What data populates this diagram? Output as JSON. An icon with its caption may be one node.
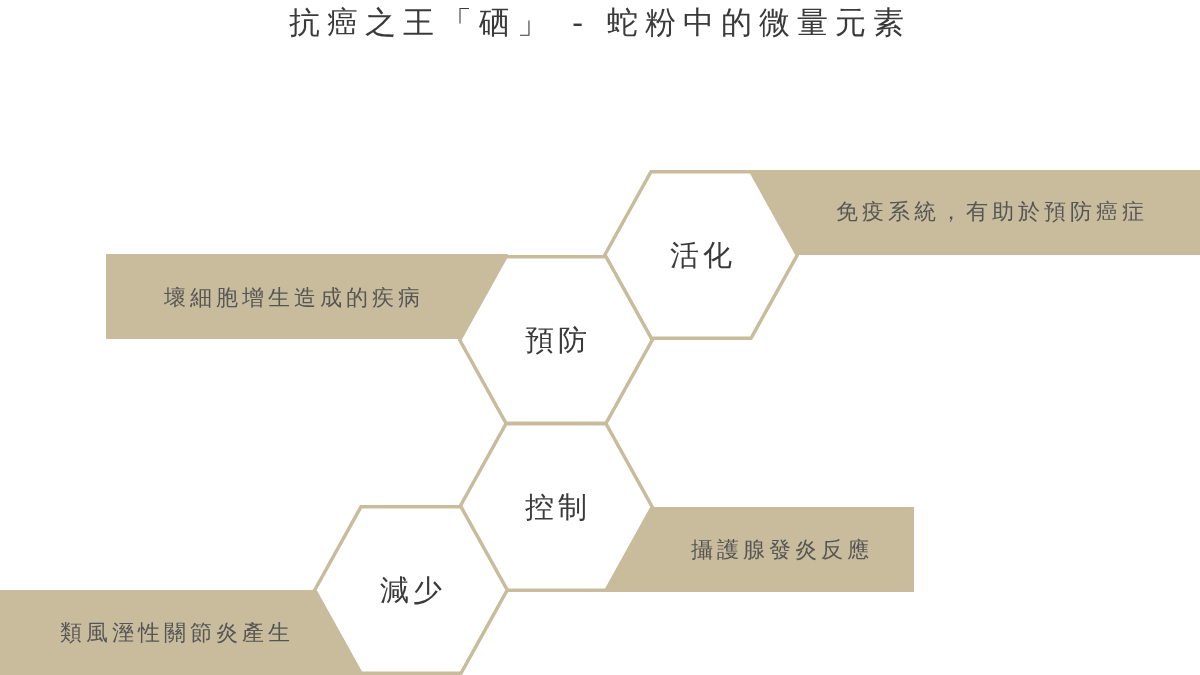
{
  "diagram": {
    "title": "抗癌之王「硒」 - 蛇粉中的微量元素",
    "nodes": [
      {
        "text": [
          "活化"
        ]
      },
      {
        "text": [
          "免疫系統，有助於預防癌症"
        ]
      },
      {
        "text": [
          "預防"
        ]
      },
      {
        "text": [
          "壞細胞增生造成的疾病"
        ]
      },
      {
        "text": [
          "控制"
        ]
      },
      {
        "text": [
          "攝護腺發炎反應"
        ]
      },
      {
        "text": [
          "減少"
        ]
      },
      {
        "text": [
          "類風溼性關節炎產生"
        ]
      }
    ]
  }
}
